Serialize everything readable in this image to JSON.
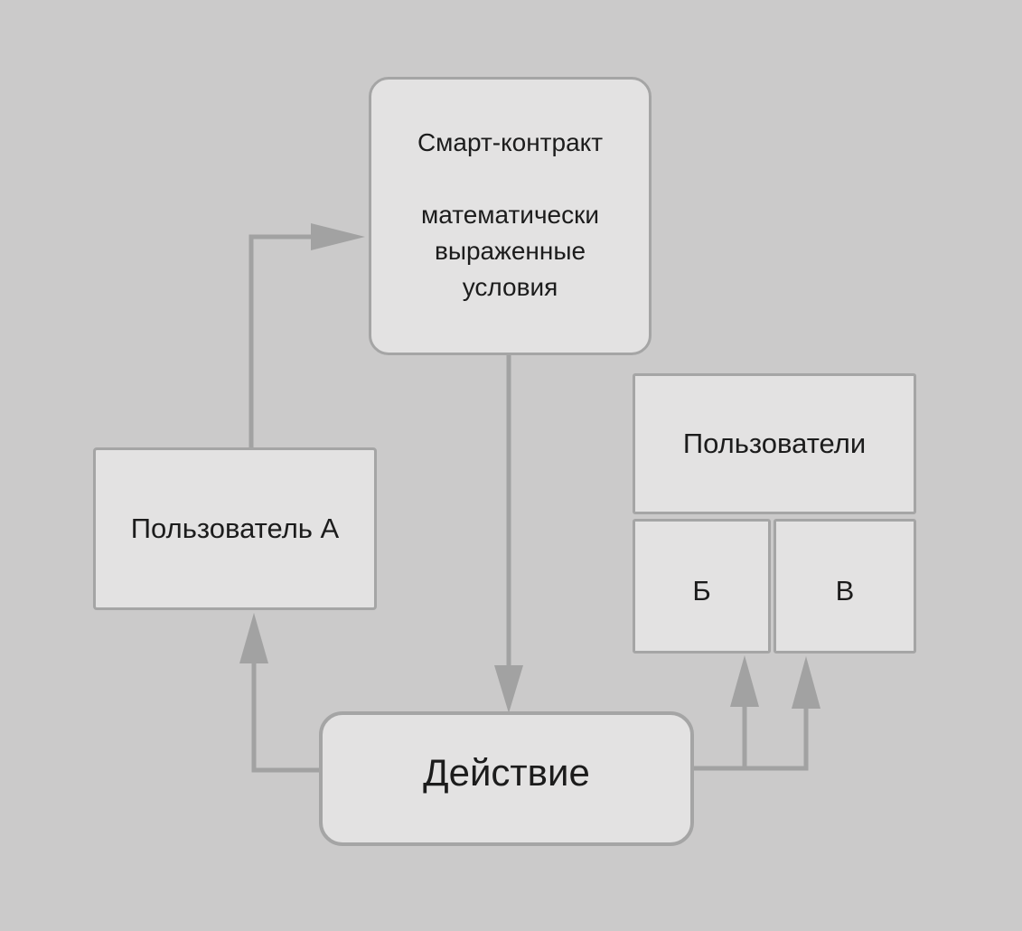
{
  "colors": {
    "bg": "#cbcaca",
    "node_fill": "#e3e2e2",
    "node_border": "#a5a5a5",
    "arrow": "#a2a2a2",
    "text": "#1c1c1c"
  },
  "nodes": {
    "smart_contract": {
      "title": "Смарт-контракт",
      "condition_line1": "математически",
      "condition_line2": "выраженные",
      "condition_line3": "условия"
    },
    "user_a": {
      "label": "Пользователь А"
    },
    "users": {
      "label": "Пользователи"
    },
    "user_b": {
      "label": "Б"
    },
    "user_v": {
      "label": "В"
    },
    "action": {
      "label": "Действие"
    }
  },
  "edges": [
    {
      "from": "user_a",
      "to": "smart_contract"
    },
    {
      "from": "smart_contract",
      "to": "action"
    },
    {
      "from": "action",
      "to": "user_a"
    },
    {
      "from": "action",
      "to": "user_b"
    },
    {
      "from": "action",
      "to": "user_v"
    }
  ]
}
